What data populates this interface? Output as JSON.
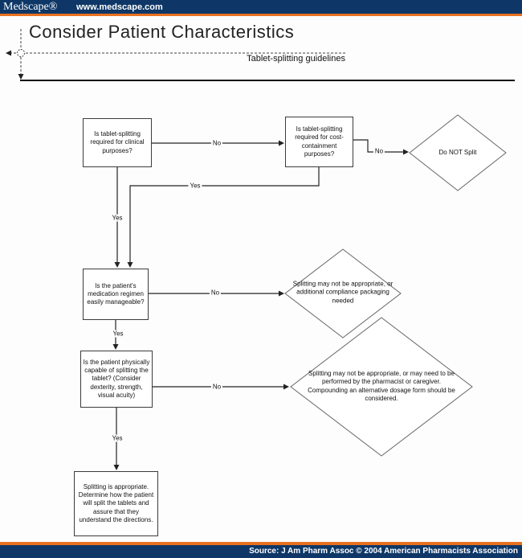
{
  "header": {
    "logo": "Medscape®",
    "url": "www.medscape.com"
  },
  "title": "Consider Patient Characteristics",
  "subtitle": "Tablet-splitting guidelines",
  "flowchart": {
    "boxes": [
      {
        "text": "Is tablet-splitting required for clinical purposes?"
      },
      {
        "text": "Is tablet-splitting required for cost-containment purposes?"
      },
      {
        "text": "Is the patient's medication regimen easily manageable?"
      },
      {
        "text": "Is the patient physically capable of splitting the tablet? (Consider dexterity, strength, visual acuity)"
      },
      {
        "text": "Splitting is appropriate. Determine how the patient will split the tablets and assure that they understand the directions."
      }
    ],
    "diamonds": [
      {
        "text": "Do NOT Split"
      },
      {
        "text": "Splitting may not be appropriate, or additional compliance packaging needed"
      },
      {
        "text": "Splitting may not be appropriate, or may need to be performed by the pharmacist or caregiver. Compounding an alternative dosage form should be considered."
      }
    ],
    "labels": {
      "no1": "No",
      "no2": "No",
      "no3": "No",
      "no4": "No",
      "yes1": "Yes",
      "yes2": "Yes",
      "yes3": "Yes",
      "yes4": "Yes"
    }
  },
  "footer": {
    "source": "Source:  J Am Pharm Assoc © 2004 American Pharmacists Association"
  },
  "colors": {
    "navy": "#0e3767",
    "orange": "#e87120"
  }
}
